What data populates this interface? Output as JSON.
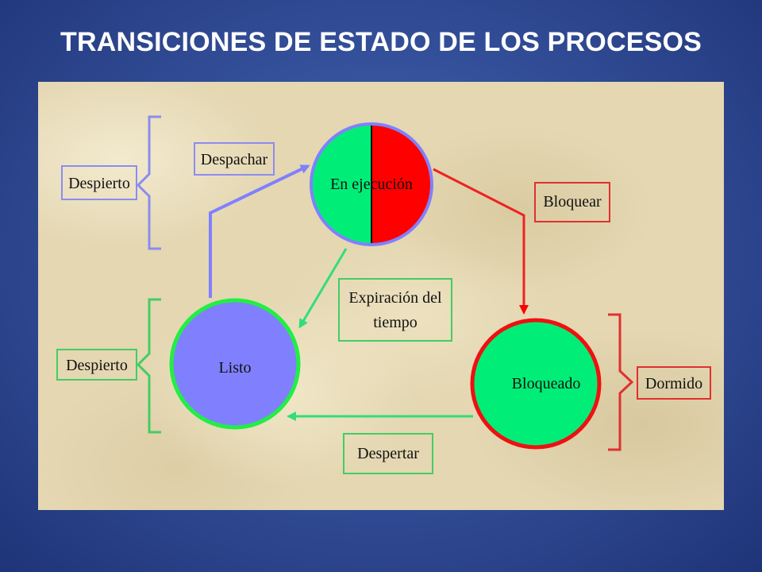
{
  "title": "TRANSICIONES DE ESTADO DE LOS PROCESOS",
  "states": {
    "running": "En ejecución",
    "ready": "Listo",
    "blocked": "Bloqueado"
  },
  "transitions": {
    "dispatch": "Despachar",
    "block": "Bloquear",
    "timeout_line1": "Expiración del",
    "timeout_line2": "tiempo",
    "wakeup": "Despertar"
  },
  "groups": {
    "awake_top": "Despierto",
    "awake_bottom": "Despierto",
    "asleep": "Dormido"
  },
  "colors": {
    "green": "#00ee77",
    "red": "#ff0000",
    "blue": "#8080ff",
    "blue_frame": "#8c8cf0",
    "red_frame": "#e03030",
    "green_frame": "#44cc66"
  }
}
